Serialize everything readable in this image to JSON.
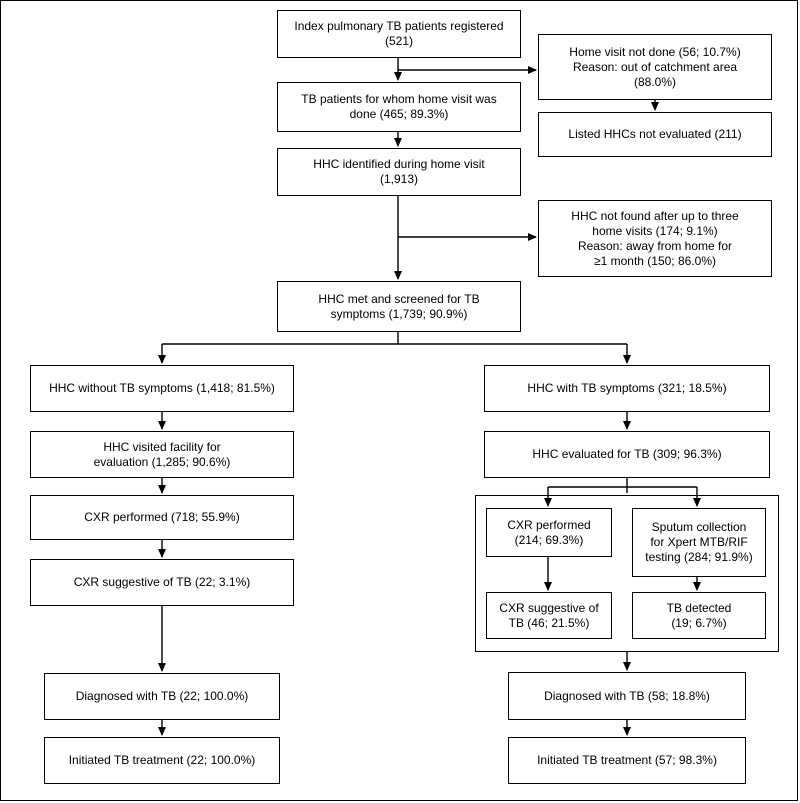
{
  "nodes": {
    "index_registered": {
      "line1": "Index pulmonary TB patients registered",
      "line2": "(521)"
    },
    "home_visit_not_done": {
      "line1": "Home visit not done (56; 10.7%)",
      "line2": "Reason: out of catchment area",
      "line3": "(88.0%)"
    },
    "home_visit_done": {
      "line1": "TB patients for whom home visit was",
      "line2": "done  (465; 89.3%)"
    },
    "listed_hhc_not_evaluated": {
      "line1": "Listed HHCs not evaluated (211)"
    },
    "hhc_identified": {
      "line1": "HHC identified during home visit",
      "line2": "(1,913)"
    },
    "hhc_not_found": {
      "line1": "HHC not found after up to three",
      "line2": "home visits (174; 9.1%)",
      "line3": "Reason: away from home for",
      "line4": "≥1 month (150; 86.0%)"
    },
    "hhc_screened": {
      "line1": "HHC met and screened for TB",
      "line2": "symptoms (1,739; 90.9%)"
    },
    "hhc_without_symptoms": {
      "line1": "HHC without TB symptoms (1,418; 81.5%)"
    },
    "hhc_with_symptoms": {
      "line1": "HHC with TB symptoms (321; 18.5%)"
    },
    "hhc_visited_facility": {
      "line1": "HHC visited facility for",
      "line2": "evaluation (1,285; 90.6%)"
    },
    "hhc_evaluated": {
      "line1": "HHC evaluated for TB (309; 96.3%)"
    },
    "cxr_performed_left": {
      "line1": "CXR performed (718; 55.9%)"
    },
    "cxr_suggestive_left": {
      "line1": "CXR suggestive of TB (22; 3.1%)"
    },
    "cxr_performed_right": {
      "line1": "CXR performed",
      "line2": "(214;  69.3%)"
    },
    "sputum_collection": {
      "line1": "Sputum collection",
      "line2": "for Xpert MTB/RIF",
      "line3": "testing (284; 91.9%)"
    },
    "cxr_suggestive_right": {
      "line1": "CXR suggestive of",
      "line2": "TB (46; 21.5%)"
    },
    "tb_detected": {
      "line1": "TB detected",
      "line2": "(19; 6.7%)"
    },
    "diagnosed_left": {
      "line1": "Diagnosed with TB (22; 100.0%)"
    },
    "diagnosed_right": {
      "line1": "Diagnosed with TB (58; 18.8%)"
    },
    "treatment_left": {
      "line1": "Initiated TB treatment (22; 100.0%)"
    },
    "treatment_right": {
      "line1": "Initiated TB treatment (57; 98.3%)"
    }
  }
}
